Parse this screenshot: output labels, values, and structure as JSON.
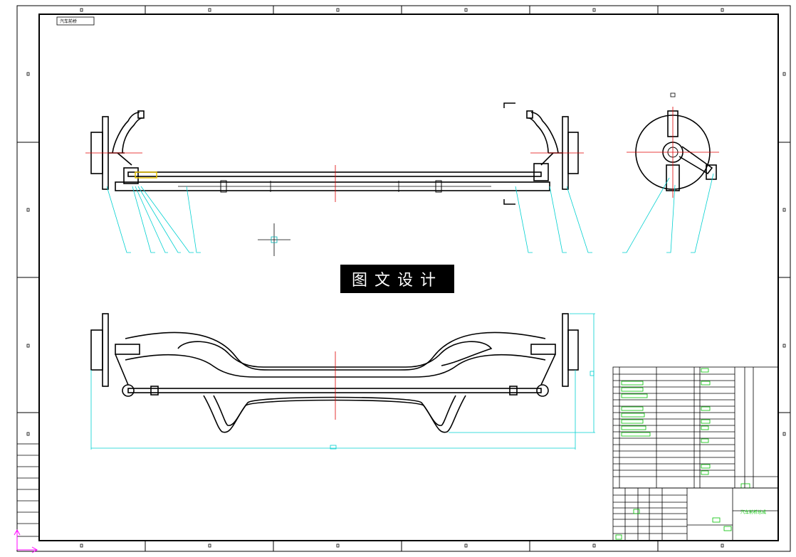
{
  "drawing": {
    "corner_tag": "汽车前桥",
    "watermark": "图文设计",
    "dimension_mark": "□",
    "title_block_name": "汽车前桥总成"
  },
  "colors": {
    "paper": "#ffffff",
    "line": "#000000",
    "leader": "#00d0d0",
    "center_line": "#e00000",
    "bom_text": "#00c000"
  },
  "icons": [
    "ucs-axis-icon"
  ]
}
